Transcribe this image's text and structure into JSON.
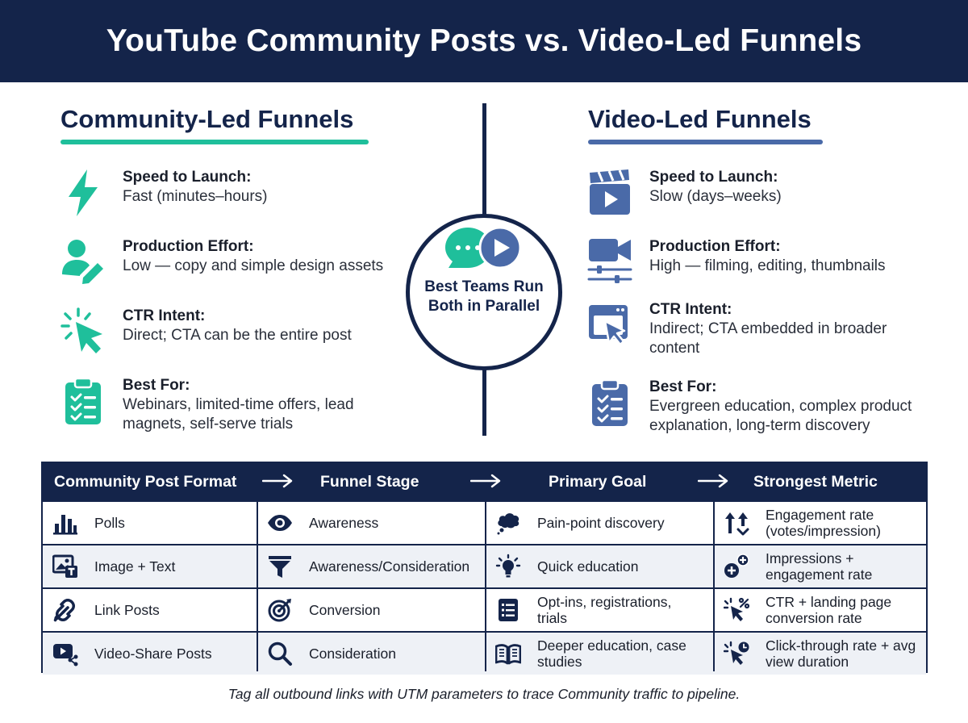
{
  "title": "YouTube Community Posts vs. Video-Led Funnels",
  "colors": {
    "navy": "#14244a",
    "teal": "#1fbf9b",
    "slate": "#4a6aa8"
  },
  "left": {
    "title": "Community-Led Funnels",
    "features": [
      {
        "label": "Speed to Launch:",
        "value": "Fast (minutes–hours)",
        "icon": "lightning-icon"
      },
      {
        "label": "Production Effort:",
        "value": "Low — copy and simple design assets",
        "icon": "user-edit-icon"
      },
      {
        "label": "CTR Intent:",
        "value": "Direct; CTA can be the entire post",
        "icon": "cursor-click-icon"
      },
      {
        "label": "Best For:",
        "value": "Webinars, limited-time offers, lead magnets, self-serve trials",
        "icon": "clipboard-icon"
      }
    ]
  },
  "right": {
    "title": "Video-Led Funnels",
    "features": [
      {
        "label": "Speed to Launch:",
        "value": "Slow (days–weeks)",
        "icon": "clapperboard-icon"
      },
      {
        "label": "Production Effort:",
        "value": "High — filming, editing, thumbnails",
        "icon": "video-camera-icon"
      },
      {
        "label": "CTR Intent:",
        "value": "Indirect; CTA embedded in broader content",
        "icon": "browser-cursor-icon"
      },
      {
        "label": "Best For:",
        "value": "Evergreen education, complex product explanation, long-term discovery",
        "icon": "clipboard-icon"
      }
    ]
  },
  "center": {
    "text": "Best Teams Run Both in Parallel"
  },
  "table": {
    "headers": [
      "Community Post Format",
      "Funnel Stage",
      "Primary Goal",
      "Strongest Metric"
    ],
    "rows": [
      [
        "Polls",
        "Awareness",
        "Pain-point discovery",
        "Engagement rate (votes/impression)"
      ],
      [
        "Image + Text",
        "Awareness/Consideration",
        "Quick education",
        "Impressions + engagement rate"
      ],
      [
        "Link Posts",
        "Conversion",
        "Opt-ins, registrations, trials",
        "CTR + landing page conversion rate"
      ],
      [
        "Video-Share Posts",
        "Consideration",
        "Deeper education, case studies",
        "Click-through rate + avg view duration"
      ]
    ]
  },
  "footer": "Tag all outbound links with UTM parameters to trace Community traffic to pipeline."
}
